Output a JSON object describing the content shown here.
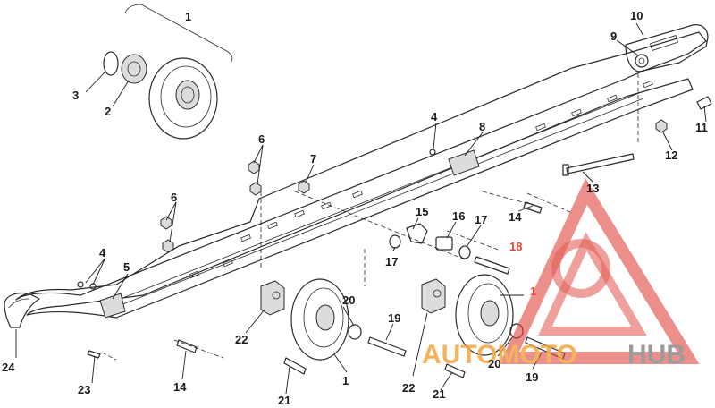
{
  "callouts": {
    "c1_top": "1",
    "c2": "2",
    "c3": "3",
    "c4_top": "4",
    "c4_left": "4",
    "c5": "5",
    "c6_top": "6",
    "c6_mid": "6",
    "c7": "7",
    "c8": "8",
    "c9": "9",
    "c10": "10",
    "c11": "11",
    "c12": "12",
    "c13": "13",
    "c14_right": "14",
    "c14_bottom": "14",
    "c15": "15",
    "c16": "16",
    "c17_left": "17",
    "c17_right": "17",
    "c18": "18",
    "c1_right": "1",
    "c1_bottom": "1",
    "c19_mid": "19",
    "c19_right": "19",
    "c20_mid": "20",
    "c20_right": "20",
    "c21_left": "21",
    "c21_right": "21",
    "c22_left": "22",
    "c22_right": "22",
    "c23": "23",
    "c24": "24"
  },
  "watermark": {
    "text_left": "AUTOMOTO",
    "text_right": "HUB",
    "color_red": "#e0453c",
    "color_orange": "#f0a640",
    "color_gray": "#8a8a8a"
  }
}
